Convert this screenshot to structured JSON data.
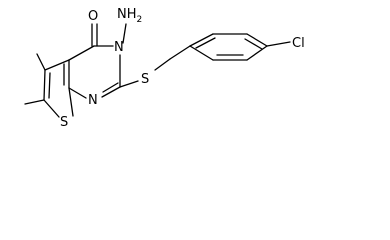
{
  "molecule": {
    "labels": {
      "amino": "NH",
      "amino_sub": "2",
      "n3": "N",
      "n1": "N",
      "oxygen": "O",
      "sulfur_thioether": "S",
      "sulfur_ring": "S",
      "chlorine": "Cl"
    },
    "colors": {
      "bond": "#000000",
      "text": "#000000",
      "background": "#ffffff"
    }
  }
}
